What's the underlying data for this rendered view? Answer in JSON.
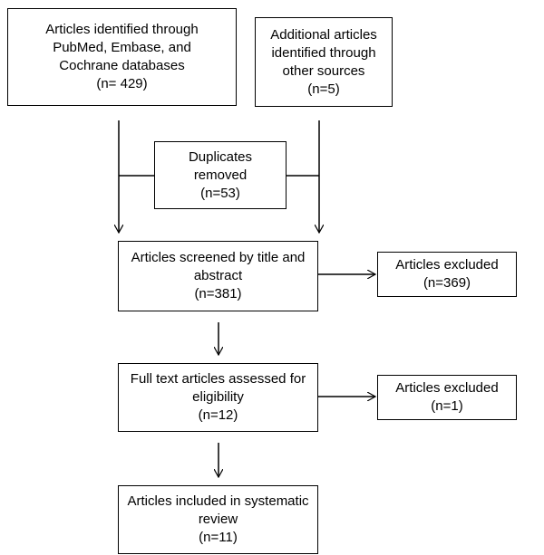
{
  "boxes": {
    "identified_db": {
      "lines": [
        "Articles identified through",
        "PubMed, Embase,  and",
        "Cochrane databases",
        "(n= 429)"
      ]
    },
    "identified_other": {
      "lines": [
        "Additional articles",
        "identified through",
        "other sources",
        "(n=5)"
      ]
    },
    "duplicates": {
      "lines": [
        "Duplicates",
        "removed",
        "(n=53)"
      ]
    },
    "screened": {
      "lines": [
        "Articles screened by title and",
        "abstract",
        "(n=381)"
      ]
    },
    "excluded_screening": {
      "lines": [
        "Articles excluded",
        "(n=369)"
      ]
    },
    "fulltext": {
      "lines": [
        "Full text articles assessed for",
        "eligibility",
        "(n=12)"
      ]
    },
    "excluded_fulltext": {
      "lines": [
        "Articles excluded",
        "(n=1)"
      ]
    },
    "included": {
      "lines": [
        "Articles included in systematic",
        "review",
        "(n=11)"
      ]
    }
  },
  "colors": {
    "stroke": "#000000",
    "background": "#ffffff"
  }
}
